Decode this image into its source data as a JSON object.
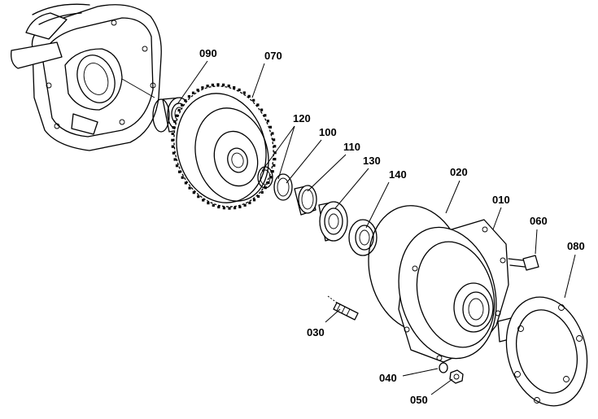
{
  "callouts": {
    "p010": "010",
    "p020": "020",
    "p030": "030",
    "p040": "040",
    "p050": "050",
    "p060": "060",
    "p070": "070",
    "p080": "080",
    "p090": "090",
    "p100": "100",
    "p110": "110",
    "p120": "120",
    "p130": "130",
    "p140": "140"
  }
}
